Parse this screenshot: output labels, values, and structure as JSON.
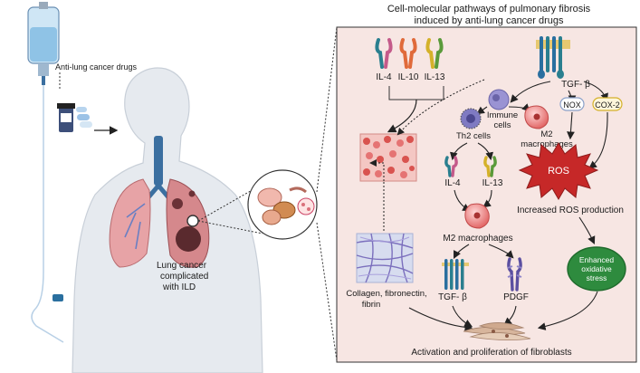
{
  "title_line1": "Cell-molecular pathways of pulmonary fibrosis",
  "title_line2": "induced by anti-lung cancer drugs",
  "drugs_label": "Anti-lung cancer drugs",
  "cancer_label_1": "Lung cancer",
  "cancer_label_2": "complicated",
  "cancer_label_3": "with ILD",
  "il4": "IL-4",
  "il10": "IL-10",
  "il13": "IL-13",
  "tgf_top": "TGF- β",
  "immune_1": "Immune",
  "immune_2": "cells",
  "th2": "Th2 cells",
  "m2_top_1": "M2",
  "m2_top_2": "macrophages",
  "nox": "NOX",
  "cox2": "COX-2",
  "ros": "ROS",
  "ros_production": "Increased ROS production",
  "th2_il4": "IL-4",
  "th2_il13": "IL-13",
  "m2_mid": "M2 macrophages",
  "ecm_1": "Collagen, fibronectin,",
  "ecm_2": "fibrin",
  "tgf_bottom": "TGF- β",
  "pdgf": "PDGF",
  "stress_1": "Enhanced",
  "stress_2": "oxidative",
  "stress_3": "stress",
  "fibro": "Activation and proliferation of fibroblasts",
  "colors": {
    "panel_bg": "#f7e6e3",
    "ros_red": "#c62828",
    "stress_green": "#2e8b3e",
    "receptor_teal": "#2a7f8f",
    "receptor_orange": "#e06a3a",
    "receptor_yellow": "#d4b12a",
    "cell_pink": "#ef8e8e",
    "cell_purple": "#8a86c7"
  }
}
